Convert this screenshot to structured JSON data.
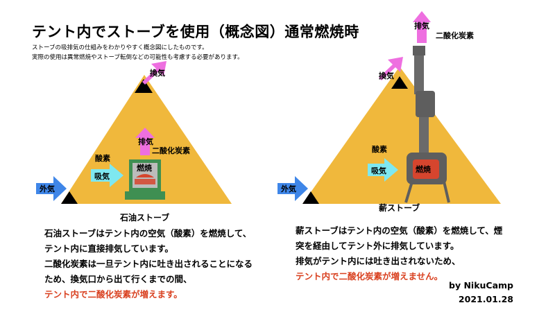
{
  "title": "テント内でストーブを使用（概念図）通常燃焼時",
  "notes": [
    "ストーブの吸排気の仕組みをわかりやすく概念図にしたものです。",
    "実際の使用は異常燃焼やストーブ転倒などの可能性も考慮する必要があります。"
  ],
  "left": {
    "caption": "石油ストーブ",
    "labels": {
      "outside_air": "外気",
      "oxygen": "酸素",
      "intake": "吸気",
      "combustion": "燃焼",
      "exhaust": "排気",
      "co2": "二酸化炭素",
      "ventilation": "換気"
    },
    "description": [
      "石油ストーブはテント内の空気（酸素）を燃焼して、",
      "テント内に直接排気しています。",
      "二酸化炭素は一旦テント内に吐き出されることになる",
      "ため、換気口から出て行くまでの間、"
    ],
    "description_highlight": "テント内で二酸化炭素が増えます。"
  },
  "right": {
    "caption": "薪ストーブ",
    "labels": {
      "outside_air": "外気",
      "oxygen": "酸素",
      "intake": "吸気",
      "combustion": "燃焼",
      "exhaust": "排気",
      "co2": "二酸化炭素",
      "ventilation": "換気"
    },
    "description": [
      "薪ストーブはテント内の空気（酸素）を燃焼して、煙",
      "突を経由してテント外に排気しています。",
      "排気がテント内には吐き出されないため、"
    ],
    "description_highlight": "テント内で二酸化炭素が増えません。"
  },
  "credit": {
    "author": "by NikuCamp",
    "date": "2021.01.28"
  },
  "colors": {
    "tent": "#f0b83c",
    "outside_air_arrow": "#3f86e8",
    "intake_arrow": "#7ee8f0",
    "exhaust_arrow": "#ee6fe0",
    "stove_body": "#5e5e5e",
    "combustion": "#d6452e",
    "kerosene_stove": "#3f8f52",
    "highlight_text": "#d9401f"
  }
}
